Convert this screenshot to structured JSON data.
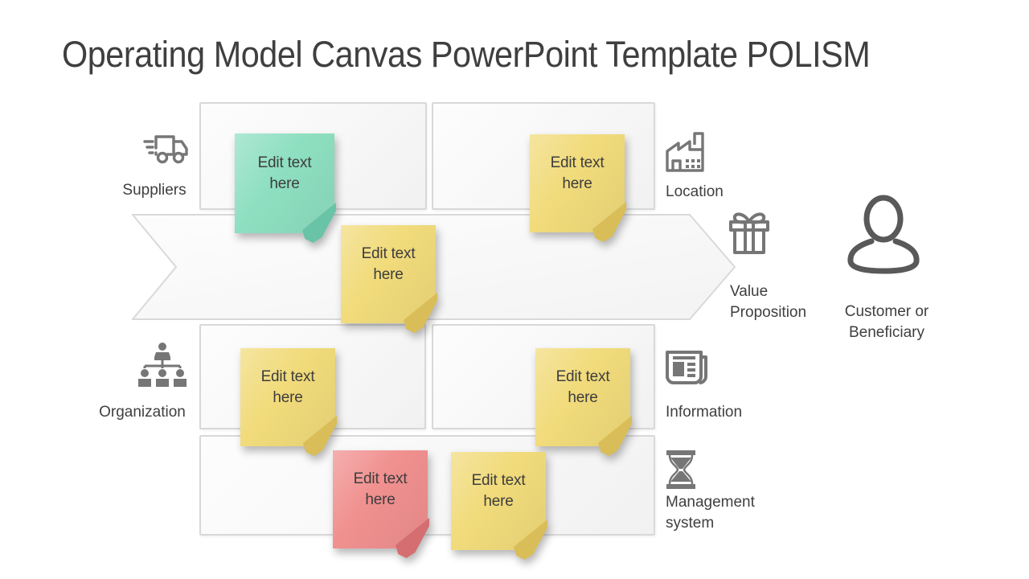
{
  "title": "Operating Model Canvas PowerPoint Template POLISM",
  "labels": {
    "suppliers": "Suppliers",
    "organization": "Organization",
    "location": "Location",
    "value_proposition": "Value Proposition",
    "customer": "Customer or Beneficiary",
    "information": "Information",
    "management_system": "Management system"
  },
  "icons": {
    "suppliers": "truck-icon",
    "organization": "org-chart-icon",
    "location": "factory-icon",
    "value_proposition": "gift-icon",
    "customer": "person-icon",
    "information": "newspaper-icon",
    "management_system": "hourglass-icon"
  },
  "colors": {
    "text_dark": "#3f3f3f",
    "icon_gray": "#767676",
    "box_border": "#d8d8d8",
    "note_teal": "#8edfc1",
    "note_teal_fold": "#69c3a6",
    "note_yellow": "#f1db7b",
    "note_yellow_fold": "#d9bd58",
    "note_pink": "#f0908f",
    "note_pink_fold": "#d46e70"
  },
  "sticky_notes": [
    {
      "id": "note-suppliers-cell",
      "color_name": "teal",
      "color": "#8edfc1",
      "fold_color": "#69c3a6",
      "text": "Edit text here"
    },
    {
      "id": "note-location-cell",
      "color_name": "yellow",
      "color": "#f1db7b",
      "fold_color": "#d9bd58",
      "text": "Edit text here"
    },
    {
      "id": "note-process-arrow",
      "color_name": "yellow",
      "color": "#f1db7b",
      "fold_color": "#d9bd58",
      "text": "Edit text here"
    },
    {
      "id": "note-organization-cell",
      "color_name": "yellow",
      "color": "#f1db7b",
      "fold_color": "#d9bd58",
      "text": "Edit text here"
    },
    {
      "id": "note-information-cell",
      "color_name": "yellow",
      "color": "#f1db7b",
      "fold_color": "#d9bd58",
      "text": "Edit text here"
    },
    {
      "id": "note-management-left",
      "color_name": "pink",
      "color": "#f0908f",
      "fold_color": "#d46e70",
      "text": "Edit text here"
    },
    {
      "id": "note-management-right",
      "color_name": "yellow",
      "color": "#f1db7b",
      "fold_color": "#d9bd58",
      "text": "Edit text here"
    }
  ]
}
